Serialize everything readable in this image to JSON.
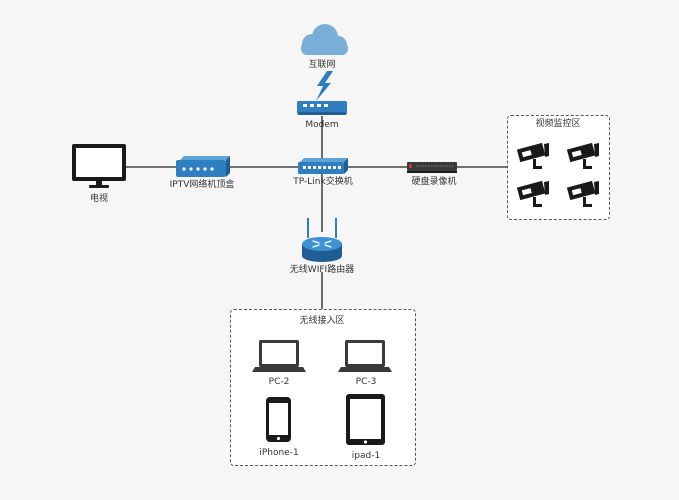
{
  "nodes": {
    "internet": "互联网",
    "modem": "Modem",
    "tv": "电视",
    "iptv_box": "IPTV网络机顶盒",
    "switch": "TP-Link交换机",
    "nvr": "硬盘录像机",
    "router": "无线WIFI路由器"
  },
  "zones": {
    "cctv_zone": "视频监控区",
    "wireless_zone": "无线接入区"
  },
  "devices": {
    "pc2": "PC-2",
    "pc3": "PC-3",
    "iphone1": "iPhone-1",
    "ipad1": "ipad-1"
  },
  "colors": {
    "device_blue": "#2f7fc0",
    "cloud": "#79aed6",
    "line": "#222222"
  }
}
